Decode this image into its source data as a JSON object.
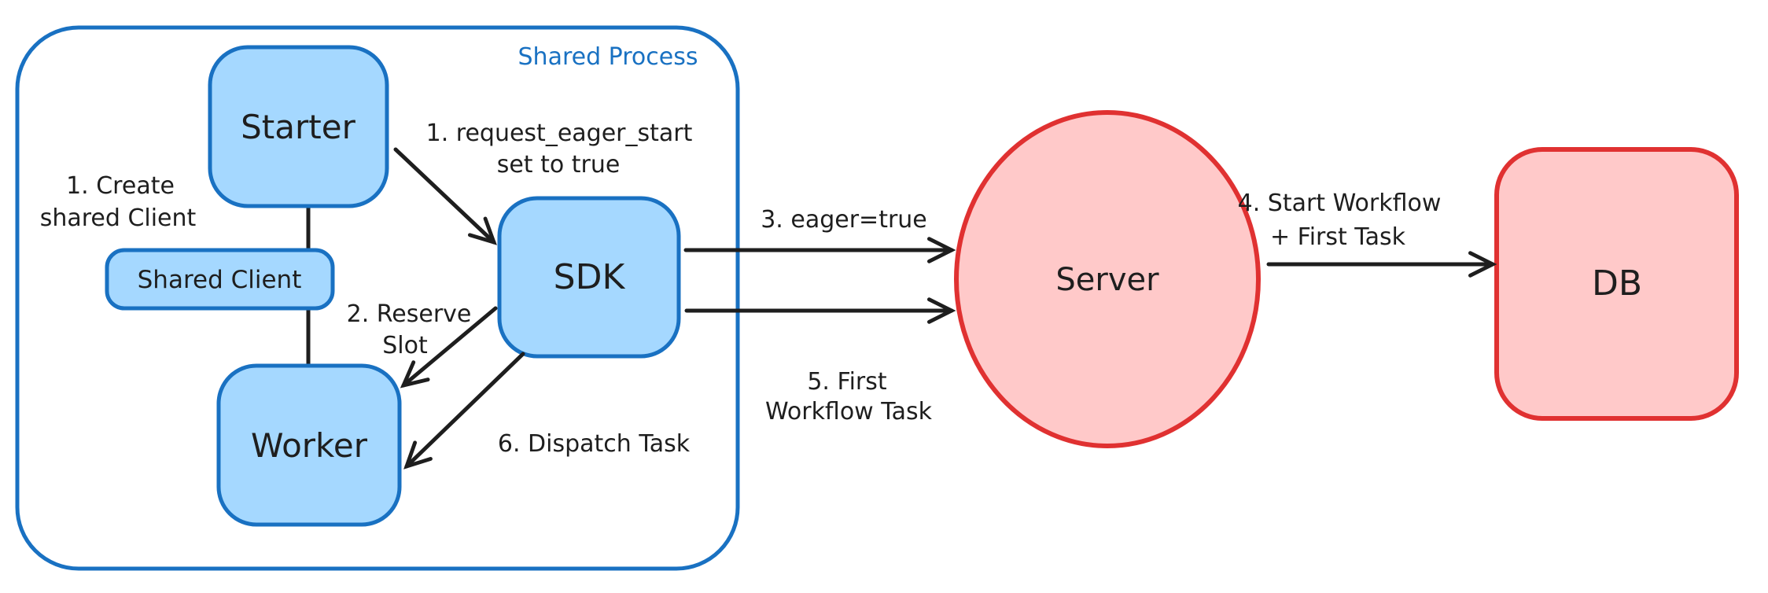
{
  "diagram": {
    "container_label": "Shared Process",
    "nodes": {
      "starter": {
        "label": "Starter"
      },
      "shared_client": {
        "label": "Shared Client"
      },
      "worker": {
        "label": "Worker"
      },
      "sdk": {
        "label": "SDK"
      },
      "server": {
        "label": "Server"
      },
      "db": {
        "label": "DB"
      }
    },
    "labels": {
      "create_shared_client": {
        "line1": "1. Create",
        "line2": "shared Client"
      },
      "request_eager_start": {
        "line1": "1. request_eager_start",
        "line2": "set to true"
      },
      "reserve_slot": {
        "line1": "2. Reserve",
        "line2": "Slot"
      },
      "eager_true": "3. eager=true",
      "start_workflow": {
        "line1": "4. Start Workflow",
        "line2": "+ First Task"
      },
      "first_workflow_task": {
        "line1": "5. First",
        "line2": "Workflow Task"
      },
      "dispatch_task": "6. Dispatch Task"
    },
    "colors": {
      "blue_stroke": "#1971c2",
      "blue_fill": "#a5d8ff",
      "red_stroke": "#e03131",
      "red_fill": "#ffc9c9",
      "ink": "#1e1e1e",
      "canvas_bg": "#ffffff"
    }
  }
}
